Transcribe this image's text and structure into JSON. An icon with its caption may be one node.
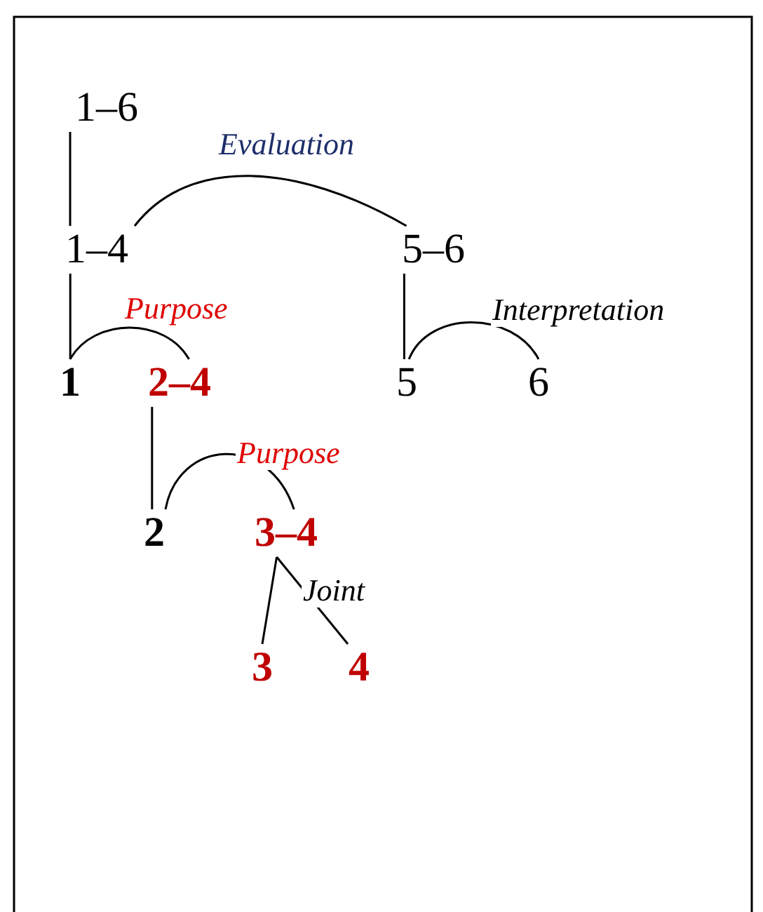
{
  "diagram": {
    "nodes": [
      {
        "text": [
          "1–6"
        ]
      },
      {
        "text": [
          "1–4"
        ]
      },
      {
        "text": [
          "5–6"
        ]
      },
      {
        "text": [
          "1"
        ]
      },
      {
        "text": [
          "2–4"
        ]
      },
      {
        "text": [
          "5"
        ]
      },
      {
        "text": [
          "6"
        ]
      },
      {
        "text": [
          "2"
        ]
      },
      {
        "text": [
          "3–4"
        ]
      },
      {
        "text": [
          "3"
        ]
      },
      {
        "text": [
          "4"
        ]
      }
    ],
    "edges": [
      {
        "from": 0,
        "to": 1,
        "arrow": "none"
      },
      {
        "from": 1,
        "to": 2,
        "arrow": "none",
        "label": "Evaluation"
      },
      {
        "from": 1,
        "to": 3,
        "arrow": "none"
      },
      {
        "from": 3,
        "to": 4,
        "arrow": "none",
        "label": "Purpose"
      },
      {
        "from": 2,
        "to": 5,
        "arrow": "none"
      },
      {
        "from": 5,
        "to": 6,
        "arrow": "none",
        "label": "Interpretation"
      },
      {
        "from": 4,
        "to": 7,
        "arrow": "none"
      },
      {
        "from": 7,
        "to": 8,
        "arrow": "none",
        "label": "Purpose"
      },
      {
        "from": 8,
        "to": 9,
        "arrow": "none"
      },
      {
        "from": 8,
        "to": 10,
        "arrow": "none",
        "label": "Joint"
      }
    ]
  }
}
